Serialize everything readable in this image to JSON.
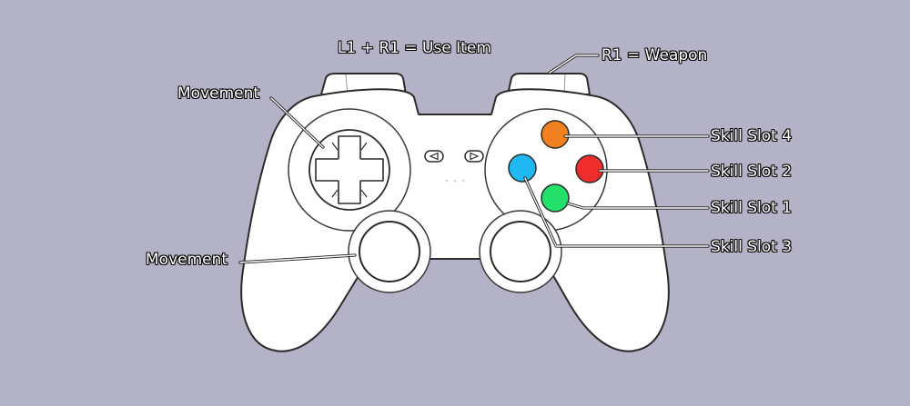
{
  "labels": {
    "combo": "L1 + R1 = Use Item",
    "weapon": "R1 = Weapon",
    "movement_dpad": "Movement",
    "movement_stick": "Movement",
    "skill4": "Skill Slot 4",
    "skill2": "Skill Slot 2",
    "skill1": "Skill Slot 1",
    "skill3": "Skill Slot 3"
  },
  "colors": {
    "background": "#b4b2c6",
    "controller_body": "#ffffff",
    "outline": "#2b2b2b",
    "button_orange": "#f2801e",
    "button_red": "#f02d2d",
    "button_green": "#22e06a",
    "button_blue": "#1fb8f2"
  }
}
